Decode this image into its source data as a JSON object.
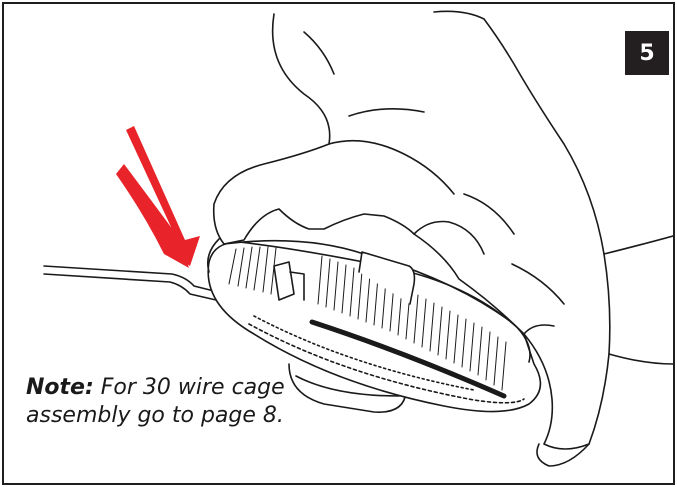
{
  "step": {
    "number": "5"
  },
  "note": {
    "label": "Note:",
    "text": " For 30 wire cage assembly go to page 8."
  },
  "icons": {
    "pointer": "red-arrow-icon"
  },
  "colors": {
    "arrow": "#e8242a",
    "badge": "#231f20",
    "stripe": "#1a1a1a"
  }
}
